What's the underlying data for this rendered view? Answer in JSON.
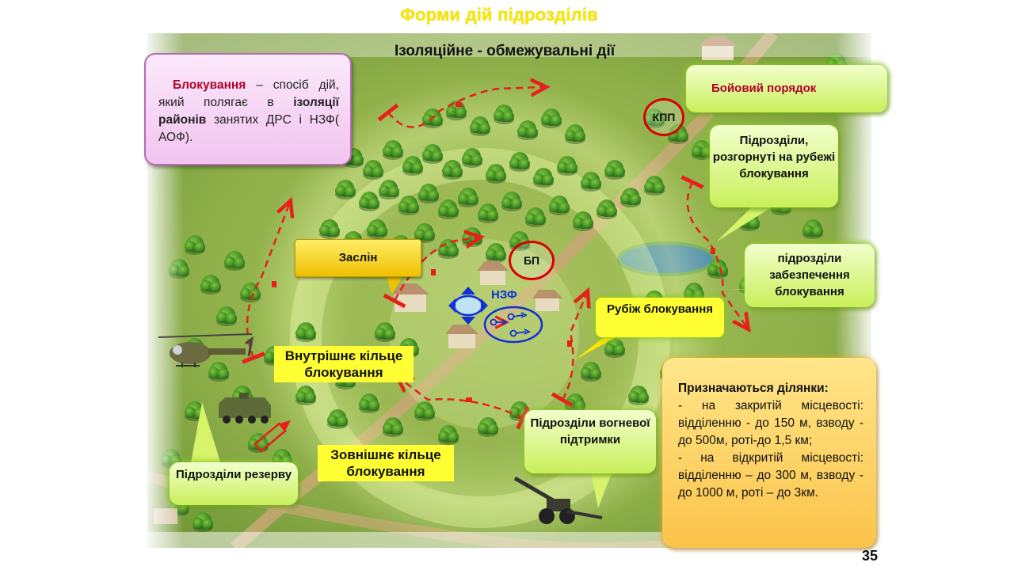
{
  "slide": {
    "title": "Форми дій підрозділів",
    "subtitle": "Ізоляційне - обмежувальні  дії",
    "page_number": "35"
  },
  "definition": {
    "term": "Блокування",
    "text_part1": " – спосіб дій, який полягає в ",
    "emphasis": "ізоляції районів",
    "text_part2": " занятих ДРС і НЗФ( АОФ)."
  },
  "labels": {
    "combat_order": "Бойовий порядок",
    "kpp": "КПП",
    "bp": "БП",
    "nzf": "НЗФ",
    "units_deployed": "Підрозділи, розгорнуті на рубежі блокування",
    "support_units": "підрозділи забезпечення блокування",
    "barrier": "Заслін",
    "blocking_line": "Рубіж блокування",
    "inner_ring": "Внутрішнє кільце блокування",
    "outer_ring": "Зовнішнє кільце блокування",
    "fire_support": "Підрозділи вогневої підтримки",
    "reserve": "Підрозділи резерву"
  },
  "assignments": {
    "heading": "Призначаються ділянки:",
    "closed_terrain": "- на закритій місцевості: відділенню - до 150 м, взводу - до 500м, роті-до 1,5 км;",
    "open_terrain": "- на відкритій місцевості: відділенню – до 300 м, взводу - до 1000 м, роті – до 3км."
  },
  "colors": {
    "title_yellow": "#f7e80a",
    "route_red": "#e8201a",
    "accent_darkred": "#b3002a",
    "enemy_blue": "#1030d8",
    "callout_green": "#c9ef5a",
    "callout_orange": "#fbc34a"
  },
  "icons": [
    "helicopter-icon",
    "apc-icon",
    "missile-icon",
    "howitzer-icon",
    "tree-icon",
    "house-icon",
    "pond-icon"
  ]
}
